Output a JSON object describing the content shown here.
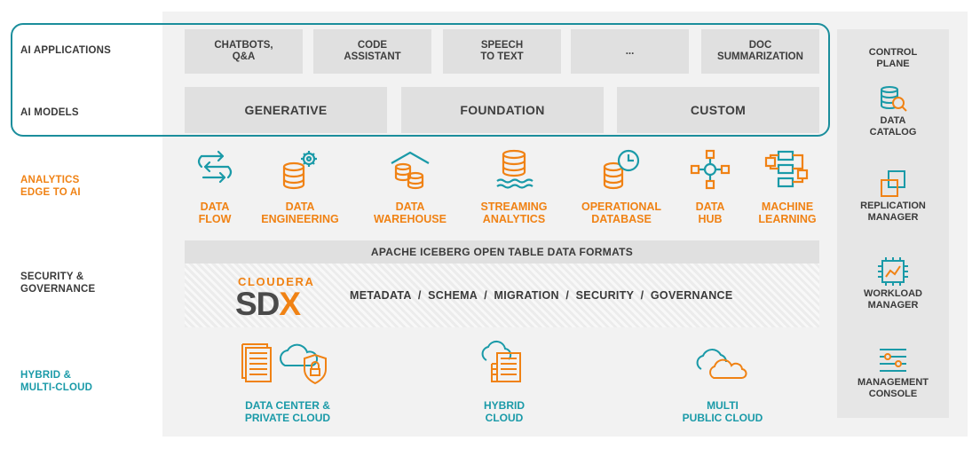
{
  "row_labels": {
    "ai_applications": "AI APPLICATIONS",
    "ai_models": "AI MODELS",
    "analytics": [
      "ANALYTICS",
      "EDGE TO AI"
    ],
    "security": [
      "SECURITY &",
      "GOVERNANCE"
    ],
    "hybrid": [
      "HYBRID &",
      "MULTI-CLOUD"
    ]
  },
  "ai_applications": [
    [
      "CHATBOTS,",
      "Q&A"
    ],
    [
      "CODE",
      "ASSISTANT"
    ],
    [
      "SPEECH",
      "TO TEXT"
    ],
    [
      "...",
      ""
    ],
    [
      "DOC",
      "SUMMARIZATION"
    ]
  ],
  "ai_models": [
    "GENERATIVE",
    "FOUNDATION",
    "CUSTOM"
  ],
  "analytics_services": [
    {
      "line1": "DATA",
      "line2": "FLOW",
      "icon": "data-flow-icon"
    },
    {
      "line1": "DATA",
      "line2": "ENGINEERING",
      "icon": "data-engineering-icon"
    },
    {
      "line1": "DATA",
      "line2": "WAREHOUSE",
      "icon": "data-warehouse-icon"
    },
    {
      "line1": "STREAMING",
      "line2": "ANALYTICS",
      "icon": "streaming-analytics-icon"
    },
    {
      "line1": "OPERATIONAL",
      "line2": "DATABASE",
      "icon": "operational-database-icon"
    },
    {
      "line1": "DATA",
      "line2": "HUB",
      "icon": "data-hub-icon"
    },
    {
      "line1": "MACHINE",
      "line2": "LEARNING",
      "icon": "machine-learning-icon"
    }
  ],
  "iceberg": "APACHE ICEBERG OPEN TABLE DATA FORMATS",
  "sdx": {
    "brand": "CLOUDERA",
    "logo_main": "SD",
    "logo_x": "X",
    "items": "METADATA  /  SCHEMA  /  MIGRATION  /  SECURITY  /  GOVERNANCE"
  },
  "clouds": [
    {
      "line1": "DATA CENTER &",
      "line2": "PRIVATE CLOUD",
      "icon": "data-center-private-cloud-icon"
    },
    {
      "line1": "HYBRID",
      "line2": "CLOUD",
      "icon": "hybrid-cloud-icon"
    },
    {
      "line1": "MULTI",
      "line2": "PUBLIC CLOUD",
      "icon": "multi-public-cloud-icon"
    }
  ],
  "control_plane": {
    "title": [
      "CONTROL",
      "PLANE"
    ],
    "items": [
      {
        "line1": "DATA",
        "line2": "CATALOG",
        "icon": "data-catalog-icon"
      },
      {
        "line1": "REPLICATION",
        "line2": "MANAGER",
        "icon": "replication-manager-icon"
      },
      {
        "line1": "WORKLOAD",
        "line2": "MANAGER",
        "icon": "workload-manager-icon"
      },
      {
        "line1": "MANAGEMENT",
        "line2": "CONSOLE",
        "icon": "management-console-icon"
      }
    ]
  },
  "colors": {
    "orange": "#f08214",
    "teal": "#1a9aa8",
    "frame": "#1b8e9c",
    "box": "#e0e0e0",
    "text_dark": "#3a3a3a"
  }
}
